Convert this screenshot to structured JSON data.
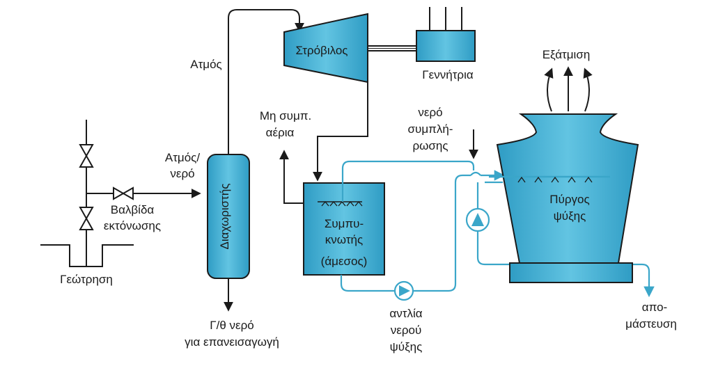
{
  "labels": {
    "steam": "Ατμός",
    "turbine": "Στρόβιλος",
    "generator": "Γεννήτρια",
    "exhaust": "Εξάτμιση",
    "ncg_line1": "Μη συμπ.",
    "ncg_line2": "αέρια",
    "makeup_line1": "νερό",
    "makeup_line2": "συμπλή-",
    "makeup_line3": "ρωσης",
    "steam_water_line1": "Ατμός/",
    "steam_water_line2": "νερό",
    "separator": "Διαχωριστής",
    "valve_line1": "Βαλβίδα",
    "valve_line2": "εκτόνωσης",
    "well": "Γεώτρηση",
    "reinject_line1": "Γ/θ νερό",
    "reinject_line2": "για επανεισαγωγή",
    "condenser_line1": "Συμπυ-",
    "condenser_line2": "κνωτής",
    "condenser_line3": "(άμεσος)",
    "pump_line1": "αντλία",
    "pump_line2": "νερού",
    "pump_line3": "ψύξης",
    "tower_line1": "Πύργος",
    "tower_line2": "ψύξης",
    "blowdown_line1": "απο-",
    "blowdown_line2": "μάστευση"
  },
  "colors": {
    "component_fill": "#4ab6d8",
    "water_line": "#3aa6c9",
    "steam_line": "#1a1a1a"
  }
}
